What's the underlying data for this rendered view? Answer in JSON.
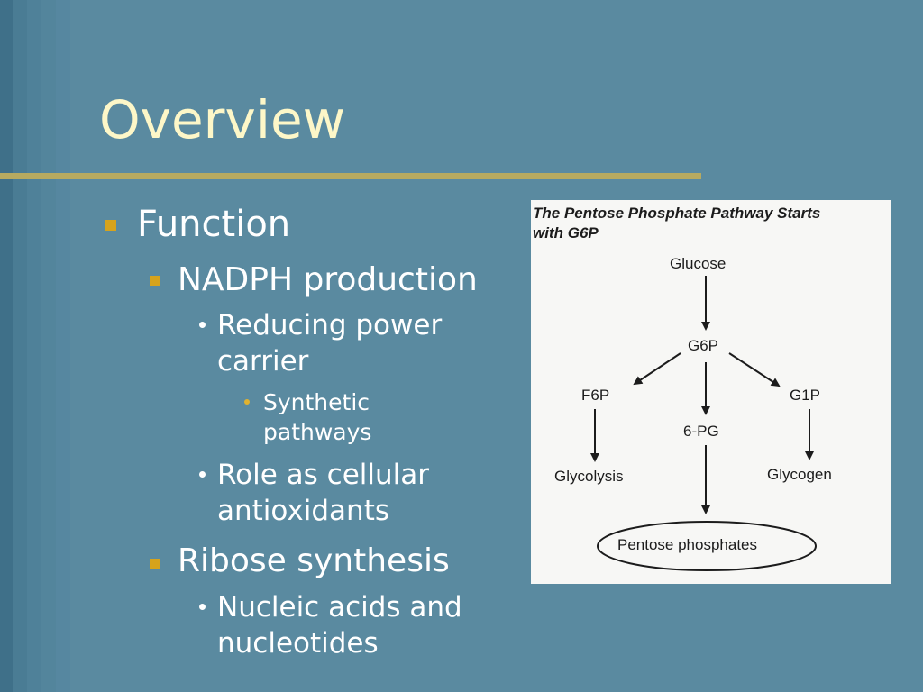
{
  "slide": {
    "title": "Overview",
    "bullets": {
      "function": "Function",
      "nadph": "NADPH production",
      "reducing_1": "Reducing power",
      "reducing_2": "carrier",
      "synthetic_1": "Synthetic",
      "synthetic_2": "pathways",
      "role_1": "Role as cellular",
      "role_2": "antioxidants",
      "ribose": "Ribose synthesis",
      "nucleic_1": "Nucleic acids and",
      "nucleic_2": "nucleotides"
    }
  },
  "figure": {
    "caption_line1": "The  Pentose  Phosphate  Pathway  Starts",
    "caption_line2": "with G6P",
    "nodes": {
      "glucose": "Glucose",
      "g6p": "G6P",
      "f6p": "F6P",
      "g1p": "G1P",
      "pg6": "6-PG",
      "glycolysis": "Glycolysis",
      "glycogen": "Glycogen",
      "pentose": "Pentose phosphates"
    }
  },
  "colors": {
    "background": "#5a8aa0",
    "title": "#fdf7c8",
    "rule": "#b7aa60",
    "bullet_square": "#d6a31c"
  }
}
